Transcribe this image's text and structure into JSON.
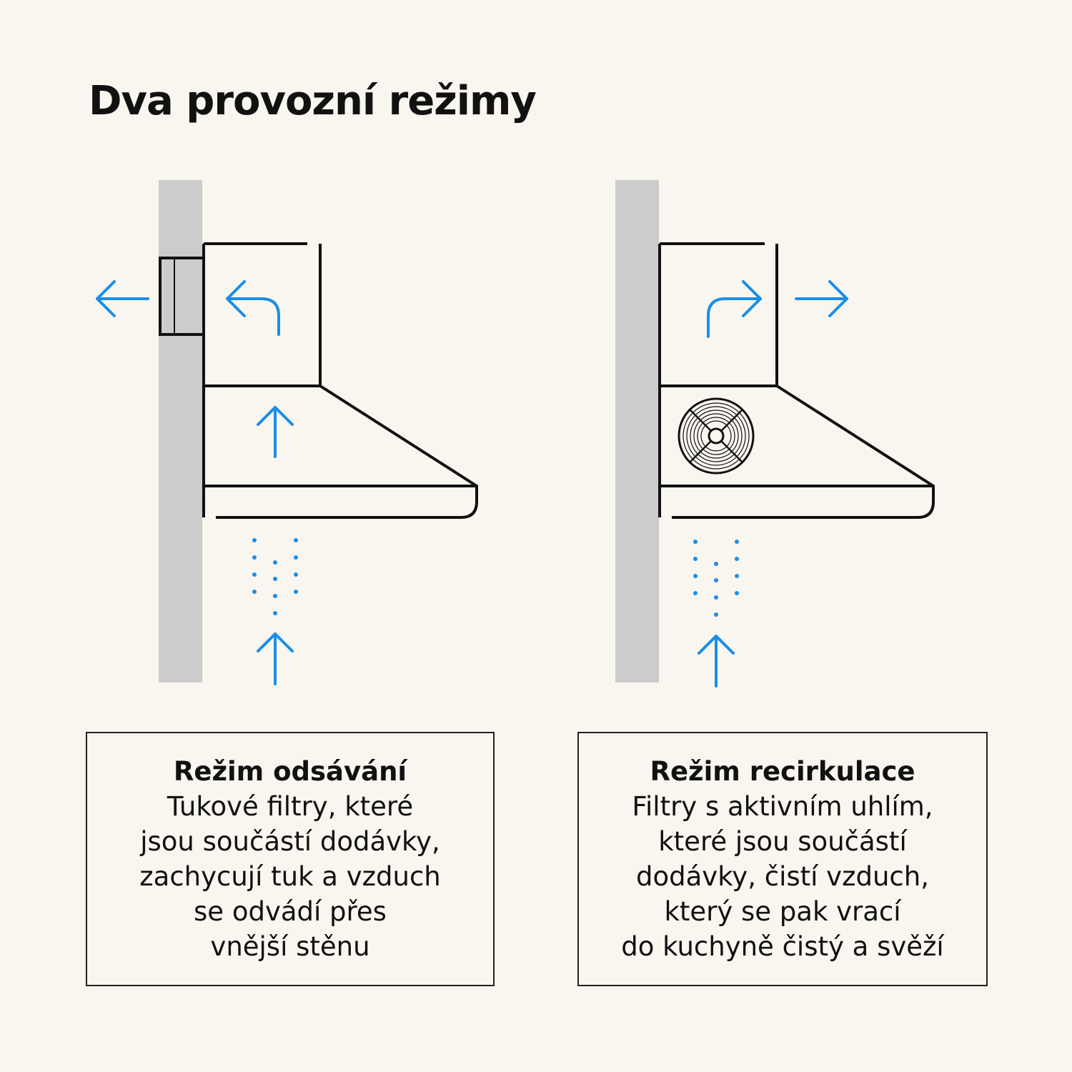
{
  "title": "Dva provozní režimy",
  "colors": {
    "background": "#f9f6ef",
    "wall": "#cccccc",
    "line": "#111111",
    "airflow": "#1a8ee8"
  },
  "left_panel": {
    "mode_title": "Režim odsávání",
    "description_lines": [
      "Tukové filtry, které",
      "jsou součástí dodávky,",
      "zachycují tuk a vzduch",
      "se odvádí přes",
      "vnější stěnu"
    ]
  },
  "right_panel": {
    "mode_title": "Režim recirkulace",
    "description_lines": [
      "Filtry s aktivním uhlím,",
      "které jsou součástí",
      "dodávky, čistí vzduch,",
      "který se pak vrací",
      "do kuchyně čistý a svěží"
    ]
  },
  "icons": [
    "wall",
    "range-hood",
    "air-arrow",
    "fan-icon",
    "steam-dots"
  ]
}
